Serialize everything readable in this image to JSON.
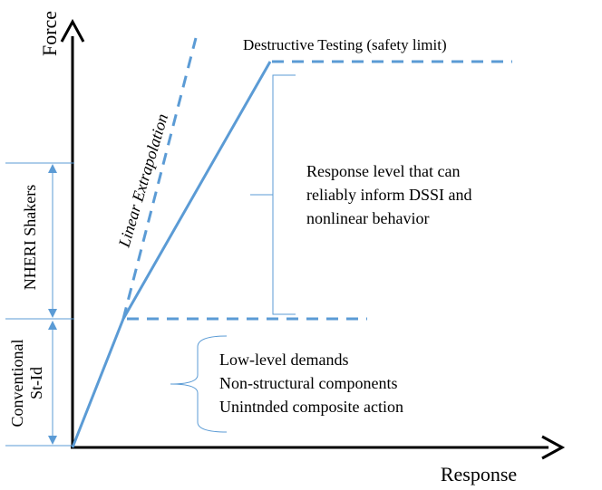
{
  "axes": {
    "y_label": "Force",
    "x_label": "Response"
  },
  "labels": {
    "destructive_testing": "Destructive Testing (safety limit)",
    "linear_extrapolation": "Linear Extrapolation",
    "nheri_shakers": "NHERI Shakers",
    "conventional_line1": "Conventional",
    "conventional_line2": "St-Id"
  },
  "upper_region": [
    "Response level that can",
    "reliably inform DSSI and",
    "nonlinear behavior"
  ],
  "lower_region": [
    "Low-level demands",
    "Non-structural components",
    "Unintnded composite action"
  ],
  "colors": {
    "curve": "#5b9bd5",
    "axis": "#000000"
  }
}
